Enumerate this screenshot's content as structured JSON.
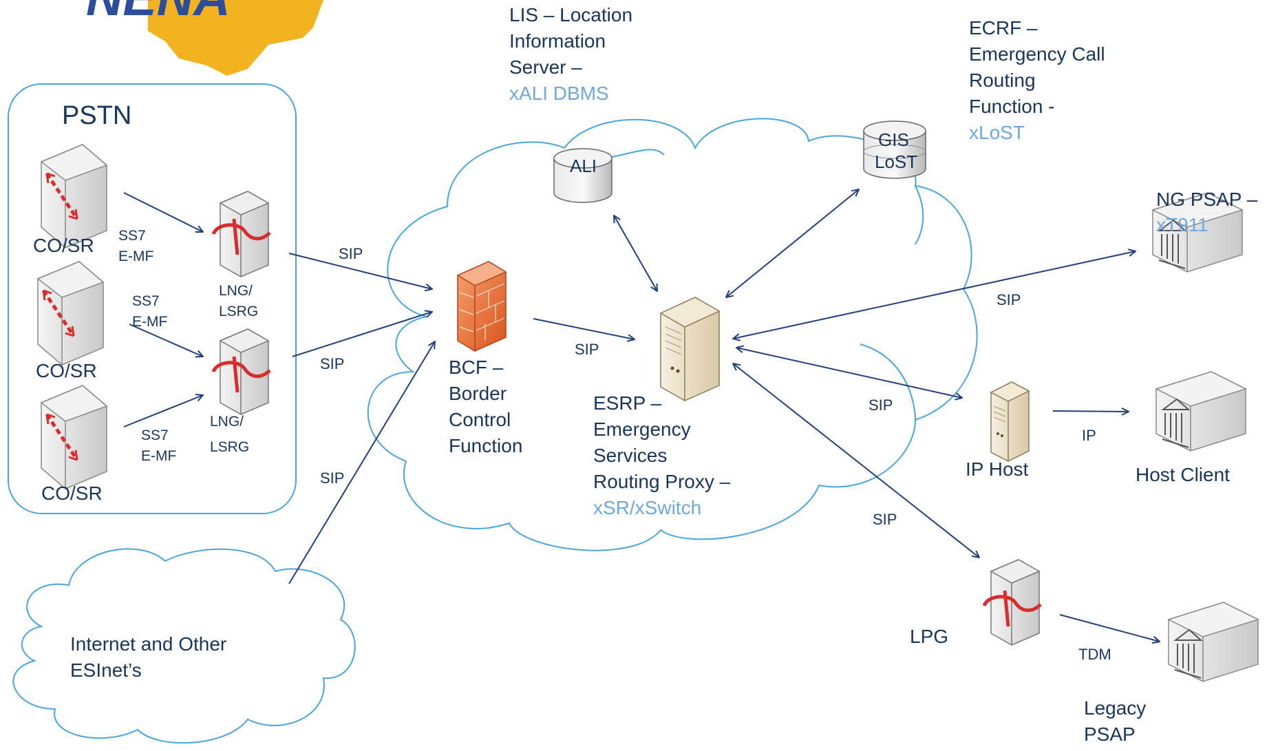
{
  "logo": {
    "text": "NENA"
  },
  "colors": {
    "accent": "#17365d",
    "light_text": "#6fa7e0",
    "cloud": "#47a6e0",
    "arrow": "#1f3f7d",
    "firewall": "#e2652a"
  },
  "pstn": {
    "title": "PSTN",
    "co1": "CO/SR",
    "co2": "CO/SR",
    "co3": "CO/SR",
    "sig1_a": "SS7",
    "sig1_b": "E-MF",
    "sig2_a": "SS7",
    "sig2_b": "E-MF",
    "sig3_a": "SS7",
    "sig3_b": "E-MF",
    "lng1_a": "LNG/",
    "lng1_b": "LSRG",
    "lng2_a": "LNG/",
    "lng2_b": "LSRG"
  },
  "lis": {
    "line1": "LIS – Location",
    "line2": "Information",
    "line3": "Server –",
    "line4": "xALI DBMS",
    "db_label": "ALI"
  },
  "ecrf": {
    "line1": "ECRF –",
    "line2": "Emergency Call",
    "line3": "Routing",
    "line4": "Function -",
    "line5": "xLoST",
    "db_line1": "GIS",
    "db_line2": "LoST"
  },
  "bcf": {
    "line1": "BCF –",
    "line2": "Border",
    "line3": "Control",
    "line4": "Function"
  },
  "esrp": {
    "line1": "ESRP –",
    "line2": "Emergency",
    "line3": "Services",
    "line4": "Routing Proxy –",
    "line5": "xSR/xSwitch"
  },
  "ngpsap": {
    "line1": "NG PSAP –",
    "line2": "xT911"
  },
  "iphost": {
    "label": "IP Host"
  },
  "hostclient": {
    "label": "Host Client"
  },
  "lpg": {
    "label": "LPG"
  },
  "legacy": {
    "line1": "Legacy",
    "line2": "PSAP"
  },
  "internet": {
    "line1": "Internet and Other",
    "line2": "ESInet’s"
  },
  "links": {
    "sip_lng1": "SIP",
    "sip_lng2": "SIP",
    "sip_internet": "SIP",
    "sip_bcf_esrp": "SIP",
    "sip_ngpsap": "SIP",
    "sip_iphost": "SIP",
    "sip_lpg": "SIP",
    "ip": "IP",
    "tdm": "TDM"
  }
}
